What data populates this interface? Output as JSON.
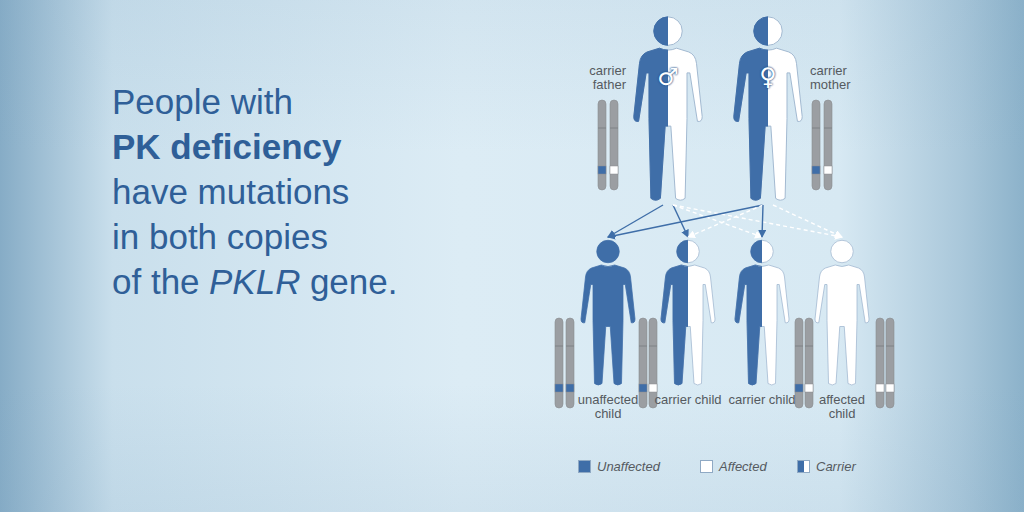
{
  "diagram": {
    "nodes": [
      {
        "text": [
          "carrier father"
        ]
      },
      {
        "text": [
          "carrier mother"
        ]
      },
      {
        "text": [
          "unaffected child"
        ]
      },
      {
        "text": [
          "carrier child"
        ]
      },
      {
        "text": [
          "carrier child"
        ]
      },
      {
        "text": [
          "affected child"
        ]
      }
    ],
    "edges": [
      {
        "from": 0,
        "to": 2,
        "arrow": "to"
      },
      {
        "from": 0,
        "to": 3,
        "arrow": "to"
      },
      {
        "from": 0,
        "to": 4,
        "arrow": "to"
      },
      {
        "from": 0,
        "to": 5,
        "arrow": "to"
      },
      {
        "from": 1,
        "to": 2,
        "arrow": "to"
      },
      {
        "from": 1,
        "to": 3,
        "arrow": "to"
      },
      {
        "from": 1,
        "to": 4,
        "arrow": "to"
      },
      {
        "from": 1,
        "to": 5,
        "arrow": "to"
      }
    ],
    "labels": [
      "People with",
      "PK deficiency",
      "have mutations",
      "in both copies",
      "of the",
      "PKLR",
      "gene.",
      "♂",
      "♀"
    ],
    "legend": [
      {
        "text": "Unaffected",
        "color": "#3f6ea8"
      },
      {
        "text": "Affected",
        "color": "#ffffff"
      },
      {
        "text": "Carrier"
      }
    ]
  }
}
